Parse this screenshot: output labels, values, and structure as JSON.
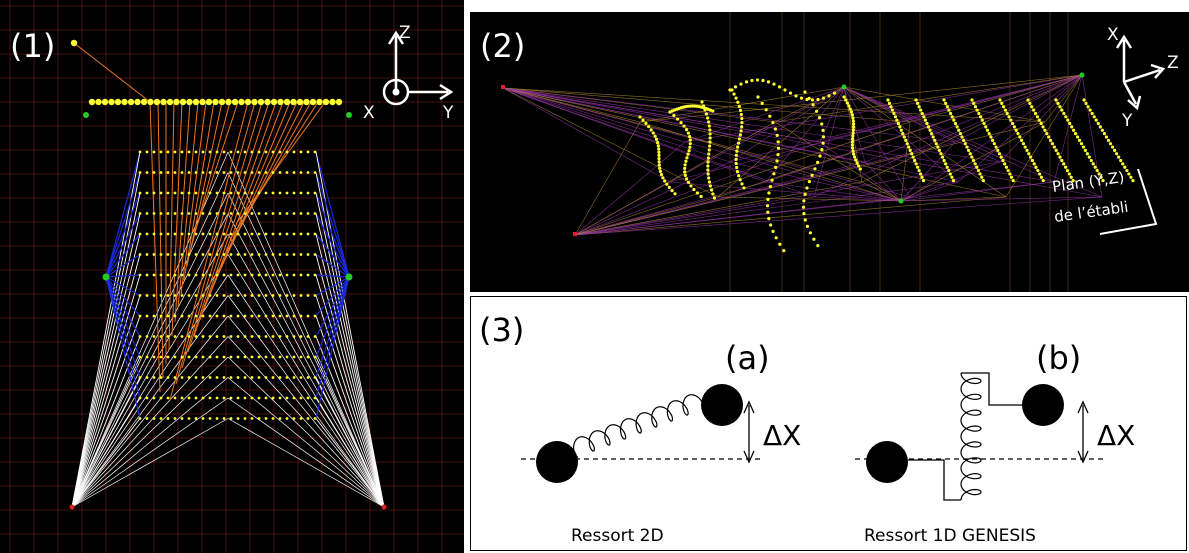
{
  "panel1": {
    "label": "(1)",
    "axes": {
      "z": "Z",
      "x": "X",
      "y": "Y"
    }
  },
  "panel2": {
    "label": "(2)",
    "axes": {
      "x": "X",
      "z": "Z",
      "y": "Y"
    },
    "plane_line1": "Plan (Y,Z)",
    "plane_line2": "de l’établi"
  },
  "panel3": {
    "label": "(3)",
    "sub_a": "(a)",
    "sub_b": "(b)",
    "delta_a": "ΔX",
    "delta_b": "ΔX",
    "caption_a": "Ressort 2D",
    "caption_b": "Ressort 1D GENESIS"
  },
  "colors": {
    "yellow_node": "#ffff33",
    "green_node": "#22cc22",
    "red_node": "#dd2222",
    "blue_spring": "#1a2adc",
    "white_spring": "#ffffff",
    "orange_spring": "#e87722",
    "purple_spring": "#9933aa",
    "grid": "#5a1414"
  }
}
